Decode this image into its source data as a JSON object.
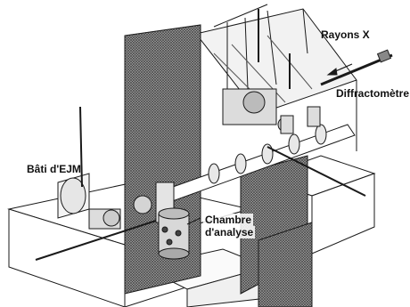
{
  "labels": {
    "xray": "Rayons X",
    "diffractometer": "Diffractomètre",
    "mbe_frame": "Bâti d'EJM",
    "analysis_chamber_line1": "Chambre",
    "analysis_chamber_line2": "d'analyse"
  },
  "colors": {
    "line": "#1a1a1a",
    "wall_hatch": "#8a8a8a",
    "wall_dark": "#4a4a4a",
    "paper": "#ffffff"
  }
}
